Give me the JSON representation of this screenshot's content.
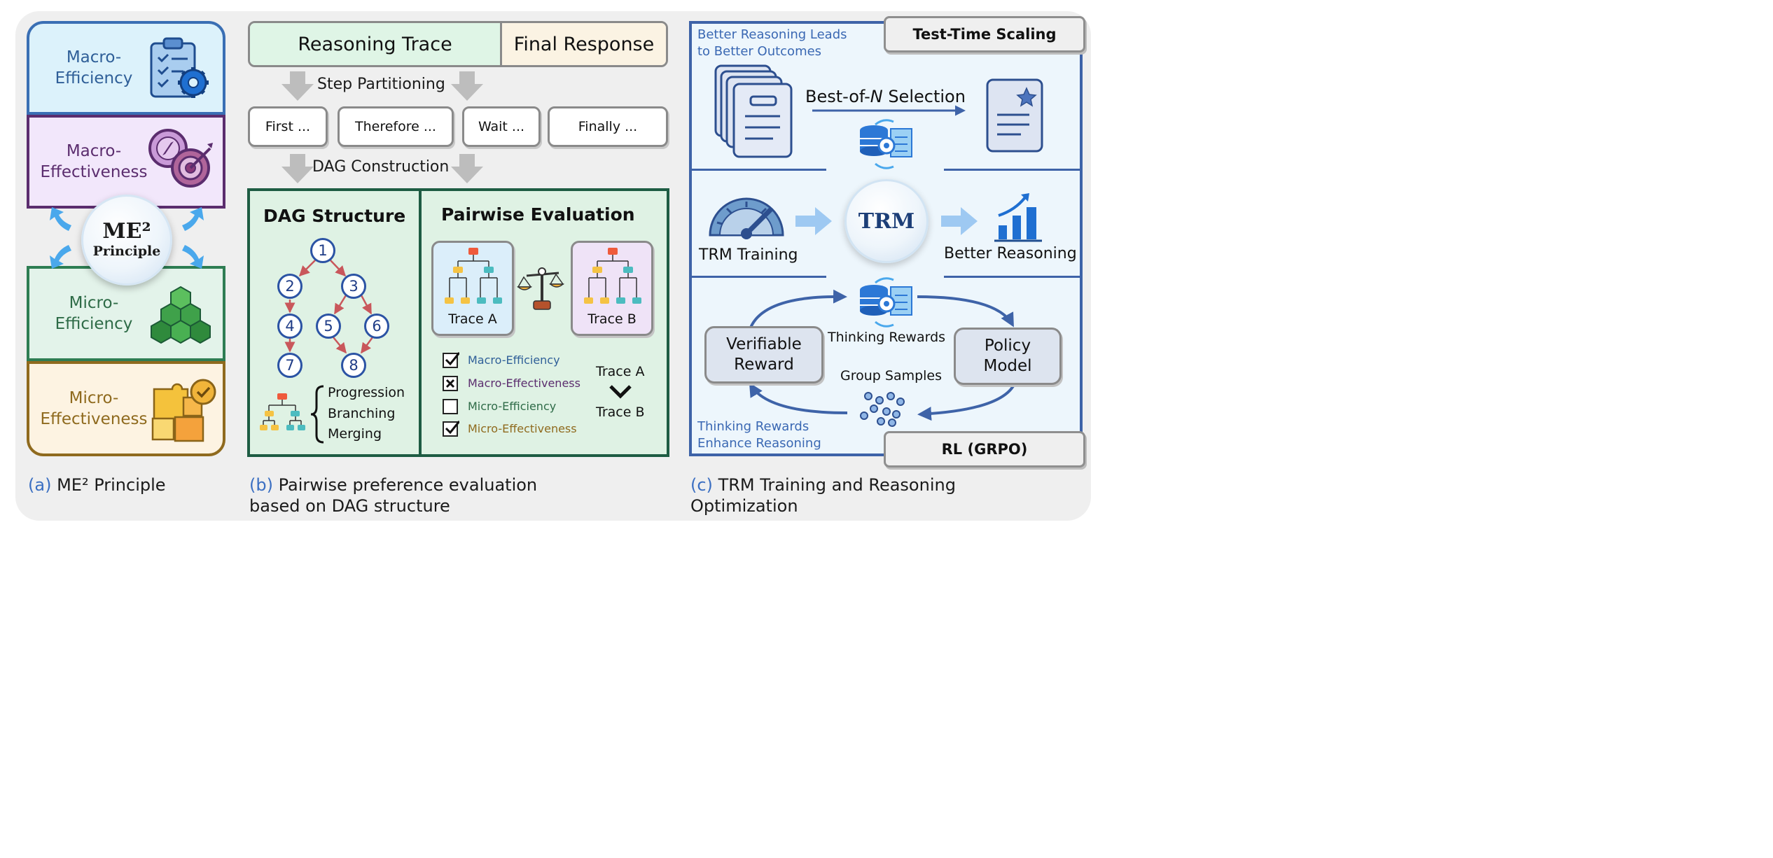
{
  "panel_a": {
    "boxes": {
      "macro_efficiency": "Macro-\nEfficiency",
      "macro_effectiveness": "Macro-\nEffectiveness",
      "micro_efficiency": "Micro-\nEfficiency",
      "micro_effectiveness": "Micro-\nEffectiveness"
    },
    "principle_title": "ME²",
    "principle_sub": "Principle",
    "caption_tag": "(a)",
    "caption_text": "ME² Principle"
  },
  "panel_b": {
    "trace_bar": {
      "reasoning_trace": "Reasoning Trace",
      "final_response": "Final Response"
    },
    "step_partitioning": "Step Partitioning",
    "steps": [
      "First ...",
      "Therefore ...",
      "Wait ...",
      "Finally ..."
    ],
    "dag_construction": "DAG Construction",
    "dag_structure_title": "DAG Structure",
    "nodes": [
      "1",
      "2",
      "3",
      "4",
      "5",
      "6",
      "7",
      "8"
    ],
    "structure_terms": [
      "Progression",
      "Branching",
      "Merging"
    ],
    "pairwise_title": "Pairwise Evaluation",
    "trace_a": "Trace A",
    "trace_b": "Trace B",
    "criteria": [
      {
        "label": "Macro-Efficiency",
        "state": "check",
        "color": "#2f5f98"
      },
      {
        "label": "Macro-Effectiveness",
        "state": "cross",
        "color": "#5b2d6e"
      },
      {
        "label": "Micro-Efficiency",
        "state": "empty",
        "color": "#2e6b47"
      },
      {
        "label": "Micro-Effectiveness",
        "state": "check",
        "color": "#8f6a1e"
      }
    ],
    "compare_top": "Trace A",
    "compare_bottom": "Trace B",
    "caption_tag": "(b)",
    "caption_line1": "Pairwise preference evaluation",
    "caption_line2": "based on DAG structure"
  },
  "panel_c": {
    "test_time_scaling": "Test-Time Scaling",
    "better_reasoning_note_1": "Better Reasoning Leads",
    "better_reasoning_note_2": "to Better Outcomes",
    "best_of_n_pre": "Best-of-",
    "best_of_n_var": "N",
    "best_of_n_post": " Selection",
    "trm": "TRM",
    "trm_training": "TRM Training",
    "better_reasoning": "Better Reasoning",
    "thinking_rewards": "Thinking Rewards",
    "verifiable_reward_1": "Verifiable",
    "verifiable_reward_2": "Reward",
    "policy_model_1": "Policy",
    "policy_model_2": "Model",
    "group_samples": "Group Samples",
    "enhance_note_1": "Thinking Rewards",
    "enhance_note_2": "Enhance Reasoning",
    "rl_grpo": "RL (GRPO)",
    "caption_tag": "(c)",
    "caption_line1": "TRM Training and Reasoning",
    "caption_line2": "Optimization"
  },
  "colors": {
    "blue_accent": "#3b6fc2",
    "dag_green": "#1e5c43",
    "edge_red": "#c9575b",
    "node_blue": "#2b53a4",
    "arrow_gray": "#bdbdbd",
    "arrow_lightblue": "#9ec9f2"
  },
  "icons": [
    "clipboard-gear-icon",
    "compass-target-icon",
    "green-cubes-icon",
    "puzzle-check-icon",
    "hierarchy-icon",
    "balance-scale-icon",
    "documents-stack-icon",
    "starred-document-icon",
    "database-gear-icon",
    "speedometer-icon",
    "bar-chart-growth-icon",
    "particles-icon"
  ]
}
